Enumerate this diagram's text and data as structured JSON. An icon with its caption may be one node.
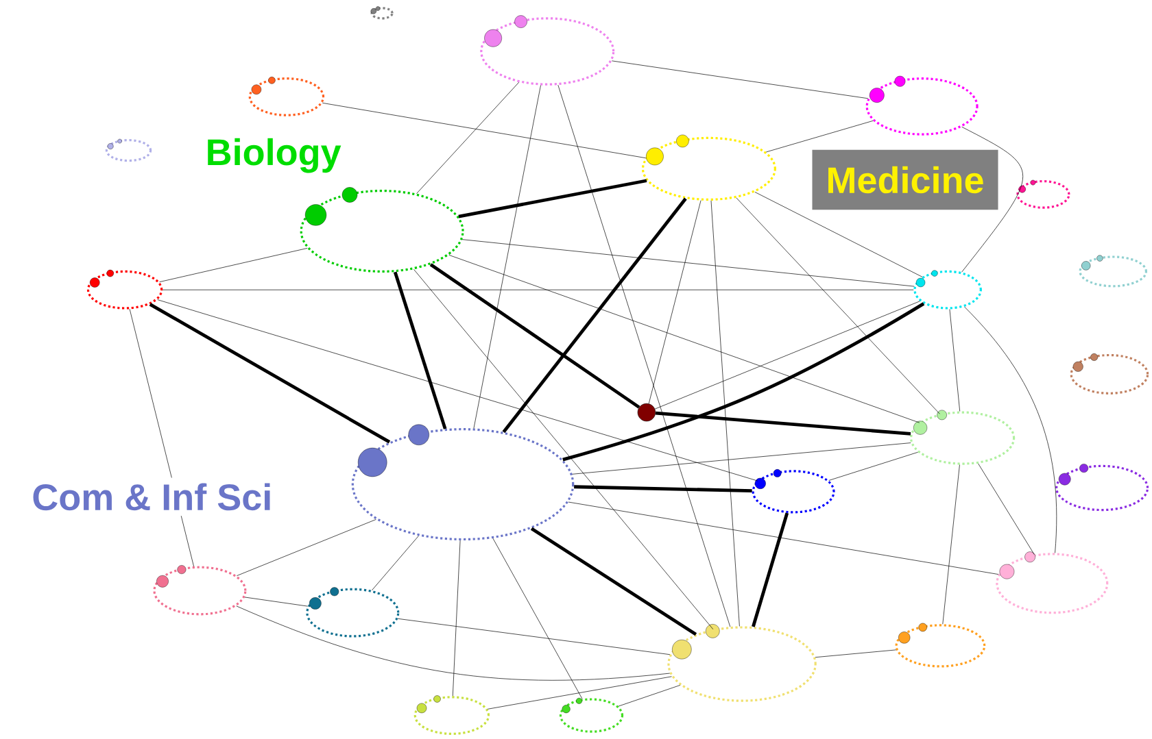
{
  "diagram": {
    "nodes": [
      {
        "text": [],
        "shape": "circle"
      },
      {
        "text": [],
        "shape": "circle"
      },
      {
        "text": [],
        "shape": "circle"
      },
      {
        "text": [],
        "shape": "circle"
      },
      {
        "text": [],
        "shape": "circle"
      },
      {
        "text": [],
        "shape": "circle"
      },
      {
        "text": [],
        "shape": "circle"
      },
      {
        "text": [],
        "shape": "circle"
      },
      {
        "text": [],
        "shape": "circle"
      },
      {
        "text": [],
        "shape": "circle"
      },
      {
        "text": [],
        "shape": "circle"
      },
      {
        "text": [],
        "shape": "circle"
      },
      {
        "text": [],
        "shape": "dot"
      },
      {
        "text": [],
        "shape": "circle"
      },
      {
        "text": [],
        "shape": "circle"
      },
      {
        "text": [],
        "shape": "circle"
      },
      {
        "text": [],
        "shape": "circle"
      },
      {
        "text": [],
        "shape": "circle"
      },
      {
        "text": [],
        "shape": "circle"
      },
      {
        "text": [],
        "shape": "circle"
      },
      {
        "text": [],
        "shape": "circle"
      },
      {
        "text": [],
        "shape": "circle"
      },
      {
        "text": [],
        "shape": "circle"
      },
      {
        "text": [],
        "shape": "circle"
      },
      {
        "text": [
          "Medicine"
        ]
      }
    ],
    "edges": [
      {
        "from": 1,
        "to": 4,
        "arrow": "none"
      },
      {
        "from": 1,
        "to": 14,
        "arrow": "none"
      },
      {
        "from": 1,
        "to": 6,
        "arrow": "none"
      },
      {
        "from": 1,
        "to": 20,
        "arrow": "none"
      },
      {
        "from": 2,
        "to": 5,
        "arrow": "none"
      },
      {
        "from": 4,
        "to": 5,
        "arrow": "none"
      },
      {
        "from": 4,
        "to": 9,
        "arrow": "none"
      },
      {
        "from": 5,
        "to": 6,
        "arrow": "none",
        "style": "thick"
      },
      {
        "from": 5,
        "to": 14,
        "arrow": "none",
        "style": "thick"
      },
      {
        "from": 5,
        "to": 12,
        "arrow": "none"
      },
      {
        "from": 5,
        "to": 9,
        "arrow": "none"
      },
      {
        "from": 5,
        "to": 13,
        "arrow": "none"
      },
      {
        "from": 5,
        "to": 20,
        "arrow": "none"
      },
      {
        "from": 6,
        "to": 14,
        "arrow": "none",
        "style": "thick"
      },
      {
        "from": 6,
        "to": 8,
        "arrow": "none"
      },
      {
        "from": 6,
        "to": 9,
        "arrow": "none"
      },
      {
        "from": 6,
        "to": 13,
        "arrow": "none"
      },
      {
        "from": 6,
        "to": 12,
        "arrow": "none",
        "style": "thick"
      },
      {
        "from": 6,
        "to": 20,
        "arrow": "none"
      },
      {
        "from": 8,
        "to": 14,
        "arrow": "none",
        "style": "thick"
      },
      {
        "from": 8,
        "to": 17,
        "arrow": "none"
      },
      {
        "from": 8,
        "to": 9,
        "arrow": "none"
      },
      {
        "from": 8,
        "to": 15,
        "arrow": "none"
      },
      {
        "from": 9,
        "to": 14,
        "arrow": "none",
        "style": "thick"
      },
      {
        "from": 9,
        "to": 12,
        "arrow": "none"
      },
      {
        "from": 9,
        "to": 13,
        "arrow": "none"
      },
      {
        "from": 9,
        "to": 19,
        "arrow": "none"
      },
      {
        "from": 12,
        "to": 13,
        "arrow": "none",
        "style": "thick"
      },
      {
        "from": 14,
        "to": 15,
        "arrow": "none",
        "style": "thick"
      },
      {
        "from": 14,
        "to": 13,
        "arrow": "none"
      },
      {
        "from": 14,
        "to": 20,
        "arrow": "none",
        "style": "thick"
      },
      {
        "from": 14,
        "to": 17,
        "arrow": "none"
      },
      {
        "from": 14,
        "to": 18,
        "arrow": "none"
      },
      {
        "from": 14,
        "to": 22,
        "arrow": "none"
      },
      {
        "from": 14,
        "to": 23,
        "arrow": "none"
      },
      {
        "from": 14,
        "to": 19,
        "arrow": "none"
      },
      {
        "from": 15,
        "to": 20,
        "arrow": "none",
        "style": "thick"
      },
      {
        "from": 15,
        "to": 13,
        "arrow": "none"
      },
      {
        "from": 17,
        "to": 18,
        "arrow": "none"
      },
      {
        "from": 17,
        "to": 20,
        "arrow": "none"
      },
      {
        "from": 18,
        "to": 20,
        "arrow": "none"
      },
      {
        "from": 20,
        "to": 21,
        "arrow": "none"
      },
      {
        "from": 20,
        "to": 22,
        "arrow": "none"
      },
      {
        "from": 20,
        "to": 23,
        "arrow": "none"
      },
      {
        "from": 13,
        "to": 19,
        "arrow": "none"
      },
      {
        "from": 21,
        "to": 13,
        "arrow": "none"
      }
    ],
    "labels": [
      "Biology",
      "Com & Inf Sci"
    ]
  }
}
